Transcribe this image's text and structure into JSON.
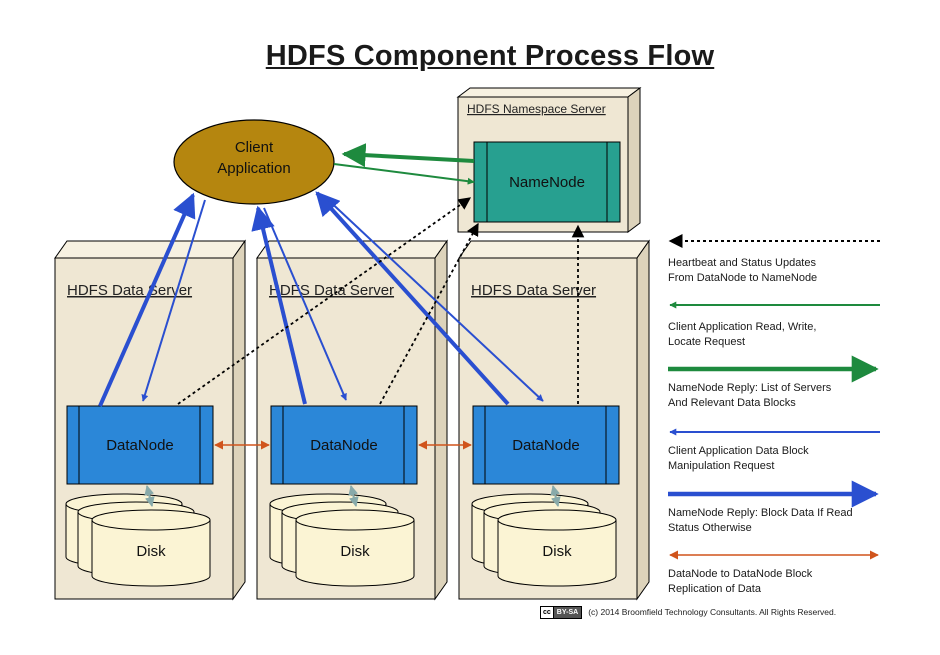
{
  "title": "HDFS Component Process Flow",
  "client": "Client\nApplication",
  "namespace_server": {
    "label": "HDFS Namespace Server",
    "namenode": "NameNode"
  },
  "data_servers": [
    {
      "label": "HDFS Data Server",
      "datanode": "DataNode",
      "disk": "Disk"
    },
    {
      "label": "HDFS Data Server",
      "datanode": "DataNode",
      "disk": "Disk"
    },
    {
      "label": "HDFS Data Server",
      "datanode": "DataNode",
      "disk": "Disk"
    }
  ],
  "legend": [
    {
      "text": "Heartbeat and Status Updates\nFrom DataNode to NameNode",
      "color": "#000000",
      "style": "dotted"
    },
    {
      "text": "Client Application Read, Write,\nLocate Request",
      "color": "#1e8a3e",
      "style": "thin"
    },
    {
      "text": "NameNode Reply: List of Servers\nAnd Relevant Data Blocks",
      "color": "#1e8a3e",
      "style": "thick"
    },
    {
      "text": "Client Application Data Block\nManipulation Request",
      "color": "#2a4fd0",
      "style": "thin"
    },
    {
      "text": "NameNode Reply: Block Data If Read\nStatus Otherwise",
      "color": "#2a4fd0",
      "style": "thick"
    },
    {
      "text": "DataNode to DataNode Block\nReplication of Data",
      "color": "#d0541c",
      "style": "double"
    }
  ],
  "footer": {
    "cc": "cc",
    "license": "BY-SA",
    "copyright": "(c) 2014 Broomfield Technology Consultants. All Rights Reserved."
  },
  "colors": {
    "box_fill": "#efe7d3",
    "box_side": "#ddd3bb",
    "client_fill": "#b5860f",
    "namenode_fill": "#27a090",
    "datanode_fill": "#2b87d8",
    "disk_fill": "#fbf4d4",
    "heartbeat": "#000000",
    "green": "#1e8a3e",
    "blue": "#2a4fd0",
    "orange": "#d0541c"
  }
}
